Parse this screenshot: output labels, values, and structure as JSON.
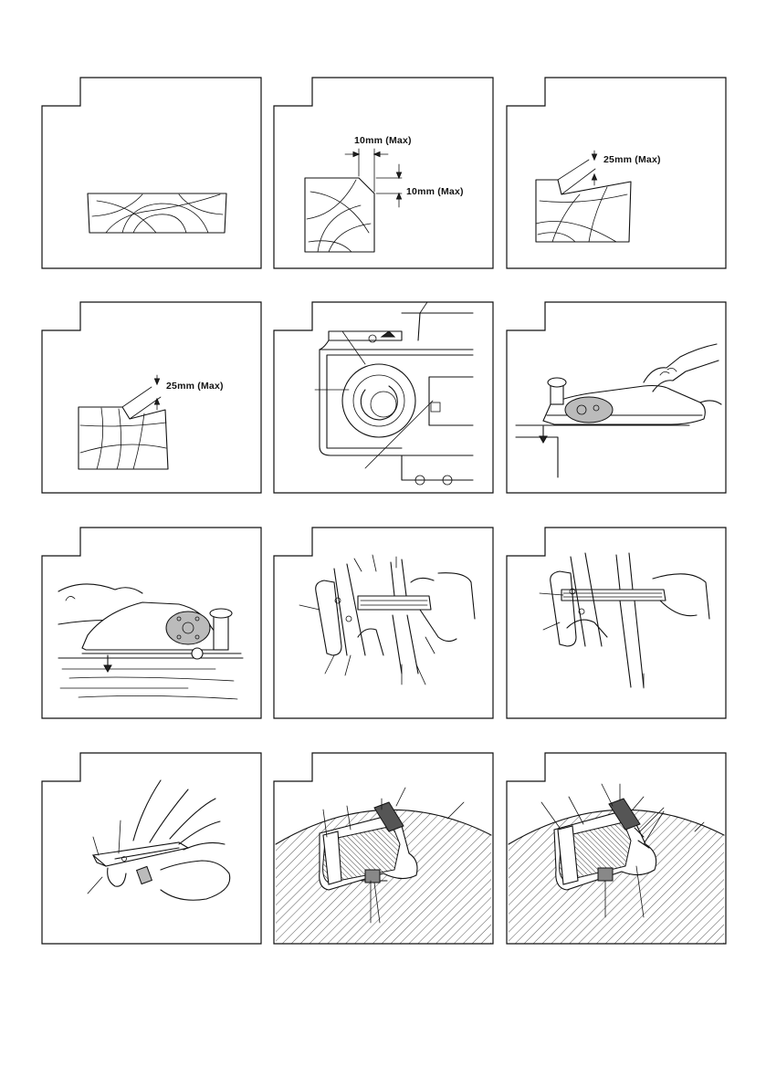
{
  "figures": [
    {
      "id": "fig-1",
      "labels": []
    },
    {
      "id": "fig-2",
      "labels": [
        "10mm (Max)",
        "10mm (Max)"
      ]
    },
    {
      "id": "fig-3",
      "labels": [
        "25mm (Max)"
      ]
    },
    {
      "id": "fig-4",
      "labels": [
        "25mm (Max)"
      ]
    },
    {
      "id": "fig-5",
      "labels": []
    },
    {
      "id": "fig-6",
      "labels": []
    },
    {
      "id": "fig-7",
      "labels": []
    },
    {
      "id": "fig-8",
      "labels": []
    },
    {
      "id": "fig-9",
      "labels": []
    },
    {
      "id": "fig-10",
      "labels": []
    },
    {
      "id": "fig-11",
      "labels": []
    },
    {
      "id": "fig-12",
      "labels": []
    }
  ]
}
